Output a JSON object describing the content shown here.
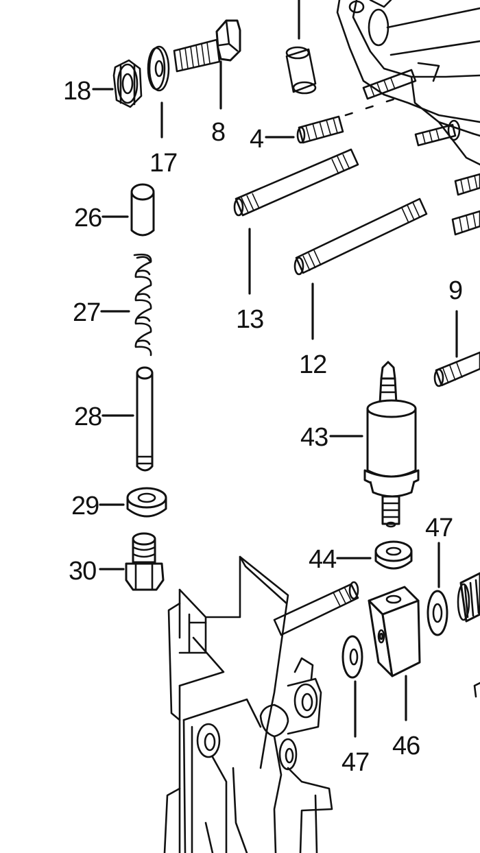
{
  "labels": {
    "l18": "18",
    "l17": "17",
    "l8": "8",
    "l4": "4",
    "l26": "26",
    "l27": "27",
    "l28": "28",
    "l29": "29",
    "l30": "30",
    "l13": "13",
    "l12": "12",
    "l9": "9",
    "l43": "43",
    "l44": "44",
    "l47a": "47",
    "l47b": "47",
    "l46": "46"
  }
}
